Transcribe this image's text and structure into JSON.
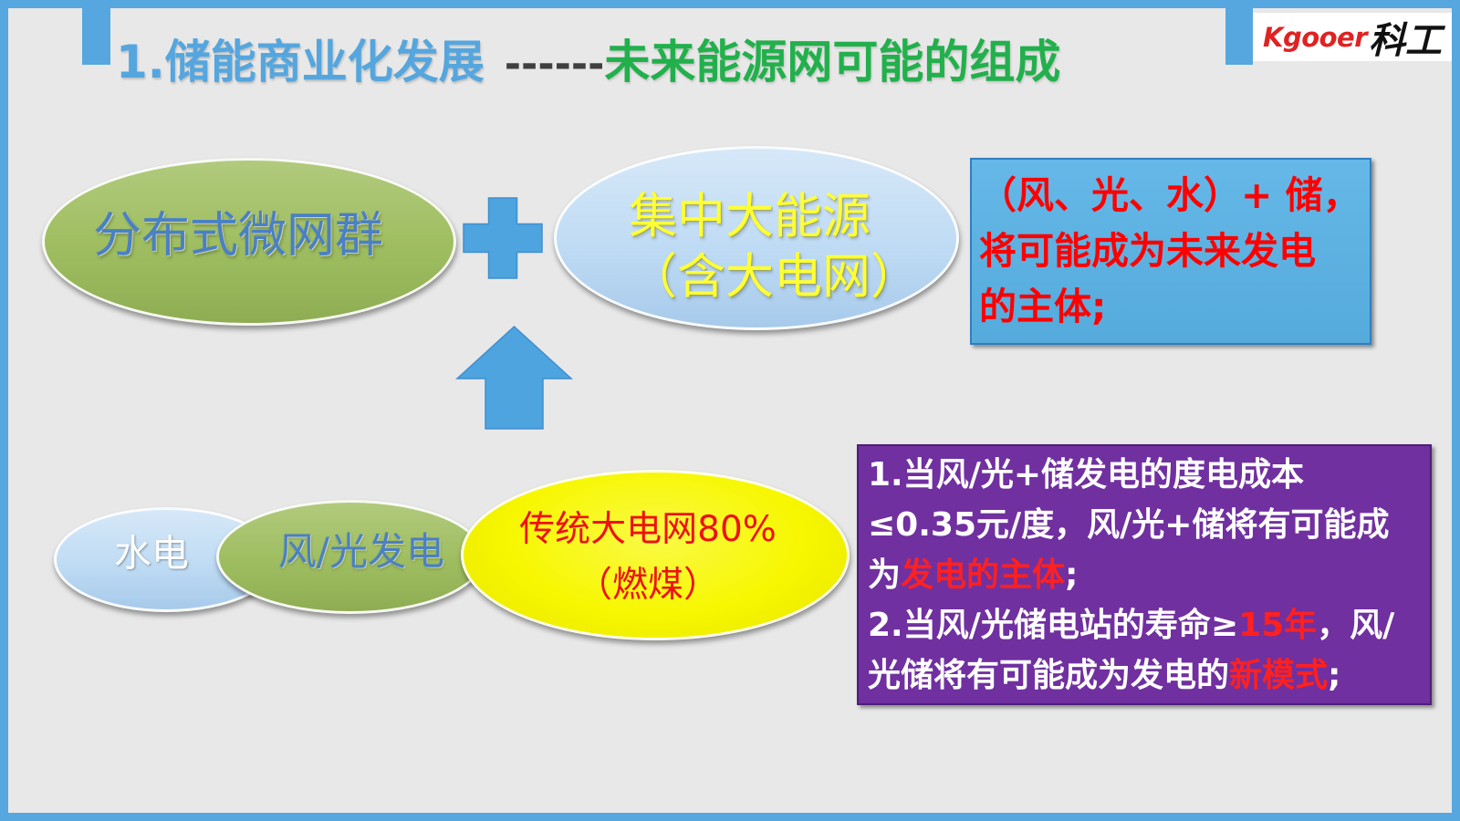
{
  "header": {
    "title_main": "1.储能商业化发展",
    "title_separator": "------",
    "title_sub": "未来能源网可能的组成"
  },
  "logo": {
    "wordmark": "Kgooer",
    "suffix": "科工"
  },
  "top_row": {
    "distributed": {
      "label": "分布式微网群"
    },
    "centralized": {
      "line1": "集中大能源",
      "line2": "（含大电网）"
    },
    "callout": {
      "lines": [
        "（风、光、水）+ 储，",
        "将可能成为未来发电",
        "的主体;"
      ]
    }
  },
  "bottom_row": {
    "hydro": {
      "label": "水电"
    },
    "wind_solar": {
      "label": "风/光发电"
    },
    "traditional_grid": {
      "line1": "传统大电网80%",
      "line2": "（燃煤）"
    }
  },
  "notes": {
    "lines": [
      [
        {
          "text": "1.当风/光+储发电的度电成本",
          "highlight": false
        }
      ],
      [
        {
          "text": "≤0.35元/度，风/光+储将有可能成",
          "highlight": false
        }
      ],
      [
        {
          "text": "为",
          "highlight": false
        },
        {
          "text": "发电的主体",
          "highlight": true
        },
        {
          "text": ";",
          "highlight": false
        }
      ],
      [
        {
          "text": "2.当风/光储电站的寿命≥",
          "highlight": false
        },
        {
          "text": "15年",
          "highlight": true
        },
        {
          "text": "，风/",
          "highlight": false
        }
      ],
      [
        {
          "text": "光储将有可能成为发电的",
          "highlight": false
        },
        {
          "text": "新模式",
          "highlight": true
        },
        {
          "text": ";",
          "highlight": false
        }
      ]
    ]
  },
  "icons": {
    "plus": "plus-icon",
    "arrow": "arrow-up-icon"
  },
  "colors": {
    "slide_bg": "#e8e8e8",
    "frame": "#56a7df",
    "logo_red": "#e02222",
    "logo_dark": "#111111",
    "title_blue": "#55a6de",
    "title_dash": "#404040",
    "title_green": "#22b04c",
    "ellipse_green": "#9bbb59",
    "ellipse_blue": "#b4d5f2",
    "ellipse_yellow": "#f7f700",
    "label_blue": "#4a80c4",
    "label_yellow": "#ffff33",
    "label_red": "#ee1111",
    "shape_blue": "#4ea4de",
    "shape_stroke": "#3f8fcf",
    "callout_fill": "#58b2e5",
    "callout_border": "#2f7fc0",
    "callout_text": "#ff0000",
    "notes_fill": "#7030a0",
    "notes_border": "#4d1f78",
    "notes_text": "#ffffff",
    "highlight": "#ff2020"
  }
}
